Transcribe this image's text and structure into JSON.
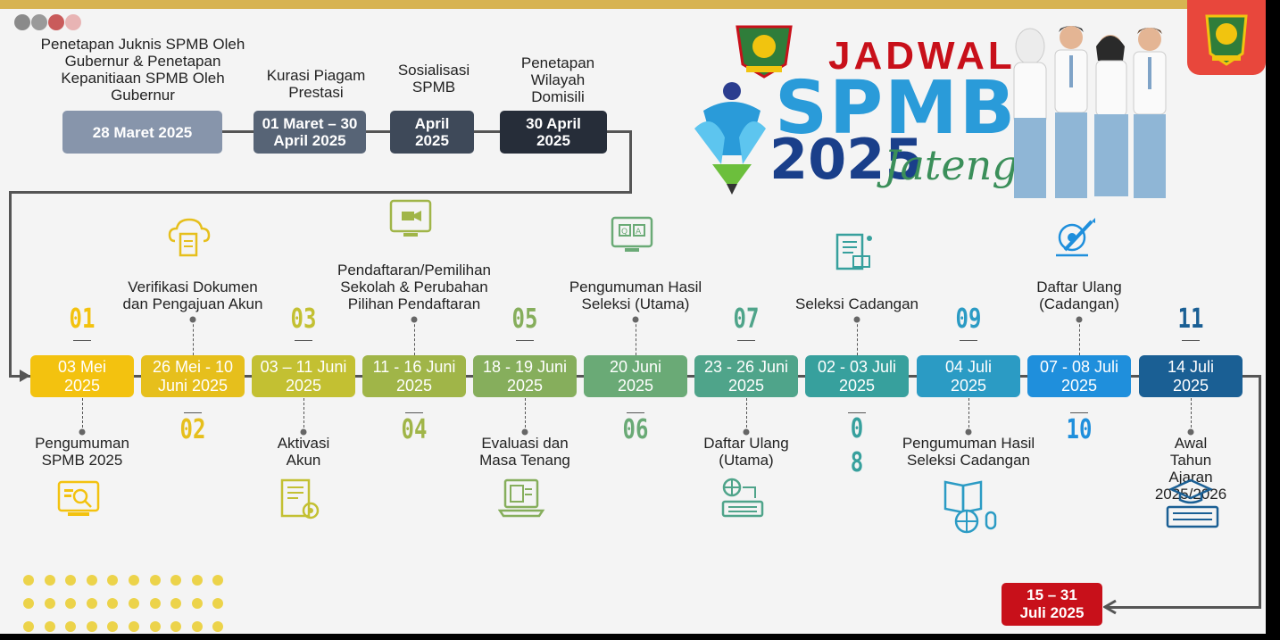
{
  "header": {
    "title_word": "JADWAL",
    "title_main": "SPMB",
    "title_year": "2025",
    "title_region": "Jateng"
  },
  "top_steps": [
    {
      "label": "Penetapan Juknis SPMB Oleh\nGubernur & Penetapan\nKepanitiaan SPMB Oleh\nGubernur",
      "date": "28 Maret 2025"
    },
    {
      "label": "Kurasi Piagam\nPrestasi",
      "date": "01 Maret – 30\nApril 2025"
    },
    {
      "label": "Sosialisasi\nSPMB",
      "date": "April\n2025"
    },
    {
      "label": "Penetapan\nWilayah\nDomisili",
      "date": "30 April\n2025"
    }
  ],
  "timeline": [
    {
      "number": "01",
      "date": "03 Mei\n2025",
      "label": "Pengumuman\nSPMB 2025",
      "color": "#f3c20f",
      "icon": "search-screen-icon"
    },
    {
      "number": "02",
      "date": "26 Mei - 10\nJuni 2025",
      "label": "Verifikasi Dokumen\ndan Pengajuan Akun",
      "color": "#e6bf1c",
      "icon": "cloud-document-icon"
    },
    {
      "number": "03",
      "date": "03 – 11 Juni\n2025",
      "label": "Aktivasi\nAkun",
      "color": "#c3c032",
      "icon": "settings-document-icon"
    },
    {
      "number": "04",
      "date": "11 - 16 Juni\n2025",
      "label": "Pendaftaran/Pemilihan\nSekolah & Perubahan\nPilihan Pendaftaran",
      "color": "#a0b548",
      "icon": "video-monitor-icon"
    },
    {
      "number": "05",
      "date": "18 - 19 Juni\n2025",
      "label": "Evaluasi dan\nMasa Tenang",
      "color": "#86ae5c",
      "icon": "laptop-document-icon"
    },
    {
      "number": "06",
      "date": "20 Juni\n2025",
      "label": "Pengumuman Hasil\nSeleksi (Utama)",
      "color": "#6aaa76",
      "icon": "qa-monitor-icon"
    },
    {
      "number": "07",
      "date": "23 - 26 Juni\n2025",
      "label": "Daftar Ulang\n(Utama)",
      "color": "#4fa48a",
      "icon": "globe-keyboard-icon"
    },
    {
      "number": "0\n8",
      "date": "02 - 03 Juli\n2025",
      "label": "Seleksi Cadangan",
      "color": "#37a09d",
      "icon": "text-document-icon"
    },
    {
      "number": "09",
      "date": "04 Juli\n2025",
      "label": "Pengumuman Hasil\nSeleksi Cadangan",
      "color": "#2b9bc4",
      "icon": "book-globe-icon"
    },
    {
      "number": "10",
      "date": "07 - 08 Juli\n2025",
      "label": "Daftar Ulang\n(Cadangan)",
      "color": "#1f8fdc",
      "icon": "pencil-gear-icon"
    },
    {
      "number": "11",
      "date": "14 Juli\n2025",
      "label": "Awal Tahun\nAjaran 2025/2026",
      "color": "#1a5f94",
      "icon": "graduation-keyboard-icon"
    }
  ],
  "final_step": {
    "date": "15 – 31\nJuli 2025",
    "color": "#c8101a"
  },
  "brand": {
    "accent": "#d7b352",
    "logo_icon": "central-java-emblem-icon"
  }
}
